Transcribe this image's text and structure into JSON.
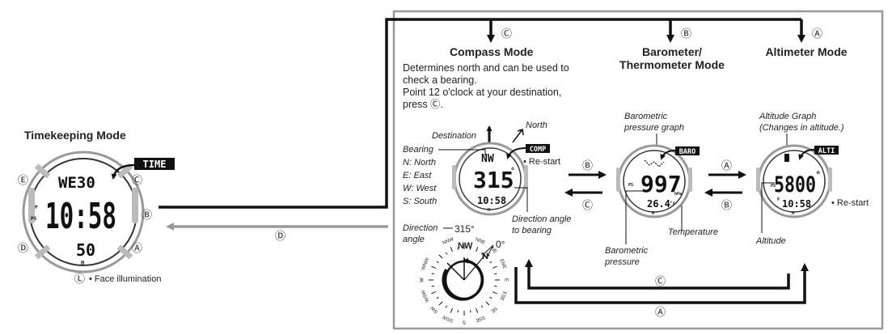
{
  "timekeeping": {
    "title": "Timekeeping Mode",
    "tag": "TIME",
    "lcd_top": "WE30",
    "lcd_main": "10:58",
    "lcd_bottom": "50",
    "lcd_h": "H",
    "lcd_p": "P",
    "lcd_ps": "PS",
    "button_e": "Ⓔ",
    "button_c": "Ⓒ",
    "button_b": "Ⓑ",
    "button_a": "Ⓐ",
    "button_d": "Ⓓ",
    "button_l": "Ⓛ",
    "illumination_note": "• Face illumination"
  },
  "return_arrow_label": "Ⓓ",
  "top_arrows": {
    "compass": "Ⓒ",
    "barometer": "Ⓑ",
    "altimeter": "Ⓐ"
  },
  "compass": {
    "title": "Compass Mode",
    "desc": [
      "Determines north and can be used to",
      "check a bearing.",
      "Point 12 o'clock at your destination,",
      "press Ⓒ."
    ],
    "destination": "Destination",
    "north": "North",
    "bearing_list": [
      "Bearing",
      "N: North",
      "E: East",
      "W: West",
      "S: South"
    ],
    "tag": "COMP",
    "restart": "• Re-start",
    "lcd_top": "NW",
    "lcd_main": "315",
    "lcd_degree": "°",
    "lcd_bottom": "10:58",
    "lcd_h": "H",
    "direction_angle_to_bearing": [
      "Direction angle",
      "to bearing"
    ],
    "direction_angle": [
      "Direction",
      "angle"
    ],
    "rose_angle_315": "315°",
    "rose_angle_0": "0°",
    "rose_nw": "NW",
    "rose_n": "N",
    "rose_labels": [
      "NNW",
      "NNE",
      "NE",
      "ENE",
      "E",
      "ESE",
      "SE",
      "SSE",
      "S",
      "SSW",
      "SW",
      "WSW",
      "W",
      "WNW"
    ]
  },
  "barometer": {
    "title_line1": "Barometer/",
    "title_line2": "Thermometer Mode",
    "graph_label": [
      "Barometric",
      "pressure graph"
    ],
    "tag": "BARO",
    "lcd_main": "997",
    "lcd_bottom": "26.4",
    "lcd_unit": "hPa",
    "lcd_deg": "°c",
    "lcd_ps": "PS",
    "lcd_h": "H",
    "temperature": "Temperature",
    "pressure": [
      "Barometric",
      "pressure"
    ]
  },
  "altimeter": {
    "title": "Altimeter Mode",
    "graph_label": [
      "Altitude Graph",
      "(Changes in altitude.)"
    ],
    "tag": "ALTI",
    "lcd_main": "5800",
    "lcd_unit": "m",
    "lcd_bottom": "10:58",
    "lcd_ps": "PS",
    "lcd_p": "P",
    "lcd_h": "H",
    "restart": "• Re-start",
    "altitude": "Altitude"
  },
  "between_arrows": {
    "comp_baro_right": "Ⓑ",
    "comp_baro_left": "Ⓒ",
    "baro_alti_right": "Ⓐ",
    "baro_alti_left": "Ⓑ"
  },
  "bottom_loops": {
    "inner": "Ⓒ",
    "outer": "Ⓐ"
  }
}
